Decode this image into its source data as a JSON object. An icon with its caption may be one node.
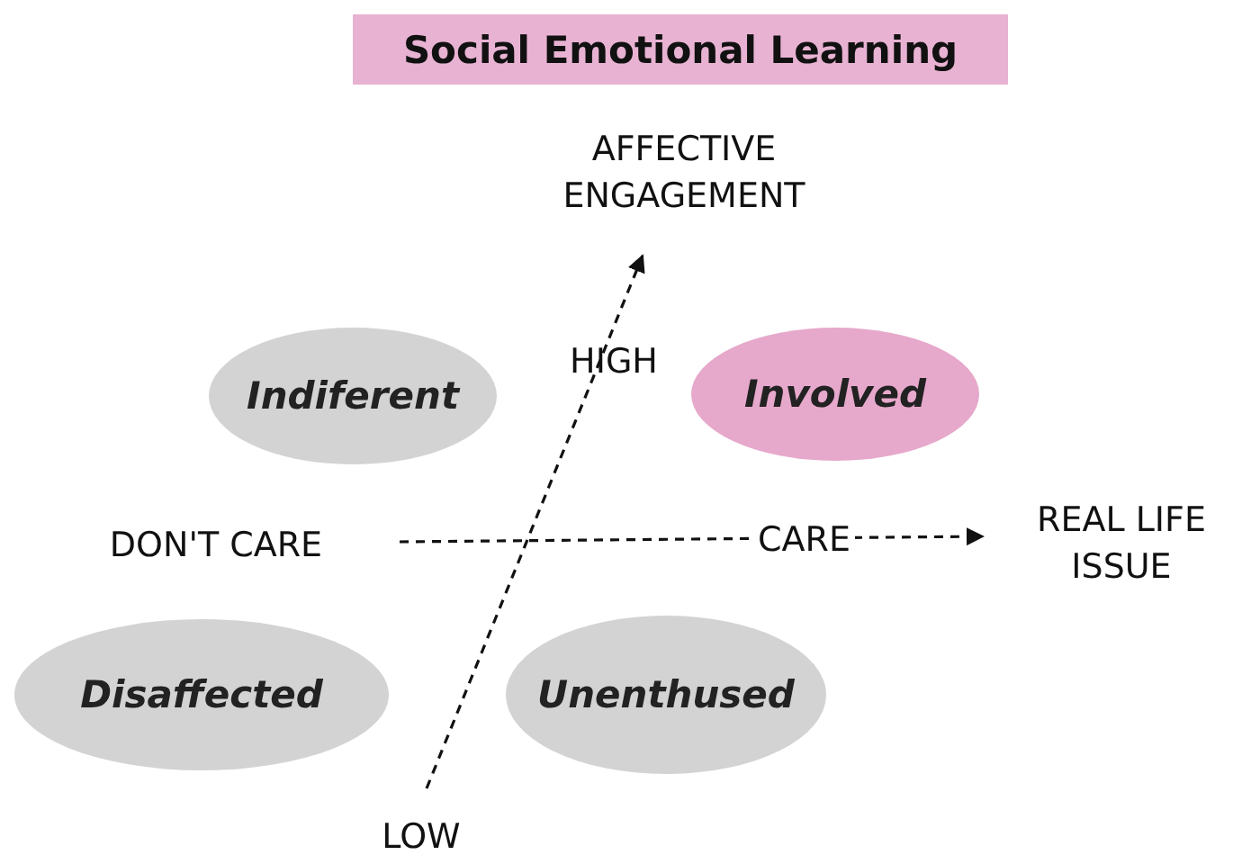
{
  "diagram": {
    "title": "Social Emotional Learning",
    "nodes": [
      {
        "text": [
          "Indiferent"
        ]
      },
      {
        "text": [
          "Involved"
        ]
      },
      {
        "text": [
          "Disaffected"
        ]
      },
      {
        "text": [
          "Unenthused"
        ]
      }
    ],
    "labels": [
      "AFFECTIVE ENGAGEMENT",
      "HIGH",
      "DON'T CARE",
      "CARE",
      "REAL LIFE ISSUE",
      "LOW"
    ]
  }
}
